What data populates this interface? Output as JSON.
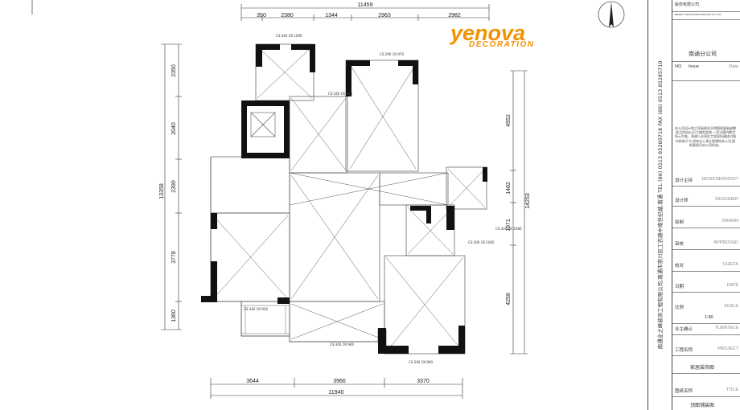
{
  "logo": {
    "brand": "yenova",
    "sub": "DECORATION",
    "color": "#f39200"
  },
  "header": {
    "company_top": "股份有限公司",
    "company_en": "BEIJING YENOVA DECORATION CO.,LTD"
  },
  "dims": {
    "top_total": "11459",
    "top": [
      "350",
      "2380",
      "1344",
      "2963",
      "2982"
    ],
    "bottom": [
      "3644",
      "3966",
      "3370"
    ],
    "bottom_total": "11940",
    "left": [
      "2350",
      "2040",
      "2390",
      "3778",
      "1360"
    ],
    "left_total": "13358",
    "right": [
      "4552",
      "1482",
      "1971",
      "4258"
    ],
    "right_total": "14253"
  },
  "room_labels": [
    "CS:340 CK:1000",
    "CS:290 CK:970",
    "CS:340 CK:980",
    "CS:320 CK:1080",
    "CS:300 CK:1000",
    "CS:340 CK:950",
    "CS:340 CK:900",
    "CS:340 CK:960"
  ],
  "title_block": {
    "branch": "南通分公司",
    "issue": [
      "NO.",
      "Issue",
      "Date"
    ],
    "rows": [
      {
        "cn": "设计主持",
        "en": "DESIGNER/HOST"
      },
      {
        "cn": "设计师",
        "en": "DESIGNER"
      },
      {
        "cn": "绘制",
        "en": "DRAWN"
      },
      {
        "cn": "审核",
        "en": "APPROVED"
      },
      {
        "cn": "校对",
        "en": "CHECK"
      },
      {
        "cn": "日期",
        "en": "DATE"
      },
      {
        "cn": "比例",
        "en": "SCALE"
      },
      {
        "cn": "",
        "en": "1:80"
      },
      {
        "cn": "业主确认",
        "en": "TLIENTELE"
      },
      {
        "cn": "工程名称",
        "en": "PROJECT"
      },
      {
        "cn": "家居装饰图",
        "en": ""
      },
      {
        "cn": "图纸名称",
        "en": "TITLE"
      },
      {
        "cn": "顶面铺装图",
        "en": ""
      }
    ],
    "note": "本公司设计和之序画规本不得随意复制或整改,切勿自以尺寸确定此图,一切以图内数字所示为准。承建人必须在工程现场量核对图内所有尺寸,如有出入请立即通知本公司,图纸版权归本公司所有。",
    "vertical_address": "南通业之峰装饰工程有限公司,南通市崇川区工农路中南世纪城,南通   TEL (86) 0513 85289718   FAX (86) 0513 85285710"
  },
  "colors": {
    "wall": "#111111",
    "line": "#444444",
    "accent": "#f39200"
  }
}
